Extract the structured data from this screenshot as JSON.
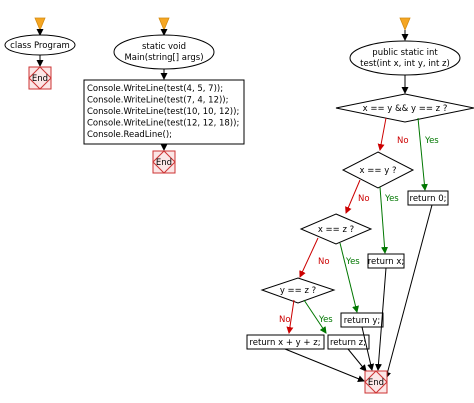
{
  "program": {
    "class_label": "class Program",
    "end_label": "End"
  },
  "main": {
    "header_line1": "static void",
    "header_line2": "Main(string[] args)",
    "code_lines": [
      "Console.WriteLine(test(4, 5, 7));",
      "Console.WriteLine(test(7, 4, 12));",
      "Console.WriteLine(test(10, 10, 12));",
      "Console.WriteLine(test(12, 12, 18));",
      "Console.ReadLine();"
    ],
    "end_label": "End"
  },
  "test": {
    "header_line1": "public static int",
    "header_line2": "test(int x, int y, int z)",
    "decisions": [
      {
        "condition": "x == y && y == z ?",
        "no": "No",
        "yes": "Yes",
        "result": "return 0;"
      },
      {
        "condition": "x == y ?",
        "no": "No",
        "yes": "Yes",
        "result": "return x;"
      },
      {
        "condition": "x == z ?",
        "no": "No",
        "yes": "Yes",
        "result": "return y;"
      },
      {
        "condition": "y == z ?",
        "no": "No",
        "yes": "Yes",
        "result": "return z;"
      }
    ],
    "fallthrough": "return x + y + z;",
    "end_label": "End"
  },
  "colors": {
    "start_marker": "#f5a623",
    "no_branch": "#cc0000",
    "yes_branch": "#007700",
    "end_border": "#cc3333"
  }
}
